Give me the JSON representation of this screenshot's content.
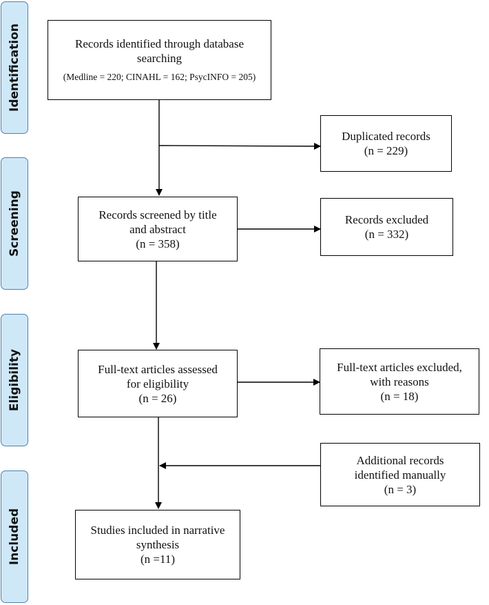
{
  "stages": {
    "identification": "Identification",
    "screening": "Screening",
    "eligibility": "Eligibility",
    "included": "Included"
  },
  "boxes": {
    "identified": {
      "line1": "Records identified through database",
      "line2": "searching",
      "detail": "(Medline = 220; CINAHL = 162; PsycINFO = 205)"
    },
    "duplicates": {
      "line1": "Duplicated records",
      "count": "(n = 229)"
    },
    "screened": {
      "line1": "Records screened by title",
      "line2": "and abstract",
      "count": "(n = 358)"
    },
    "screen_excluded": {
      "line1": "Records excluded",
      "count": "(n = 332)"
    },
    "fulltext": {
      "line1": "Full-text articles assessed",
      "line2": "for eligibility",
      "count": "(n = 26)"
    },
    "fulltext_excluded": {
      "line1": "Full-text articles excluded,",
      "line2": "with reasons",
      "count": "(n = 18)"
    },
    "manual": {
      "line1": "Additional records",
      "line2": "identified manually",
      "count": "(n = 3)"
    },
    "included": {
      "line1": "Studies included in narrative",
      "line2": "synthesis",
      "count": "(n =11)"
    }
  },
  "colors": {
    "stage_fill": "#cfe8f8",
    "stage_border": "#4f81a8",
    "line": "#000000"
  }
}
